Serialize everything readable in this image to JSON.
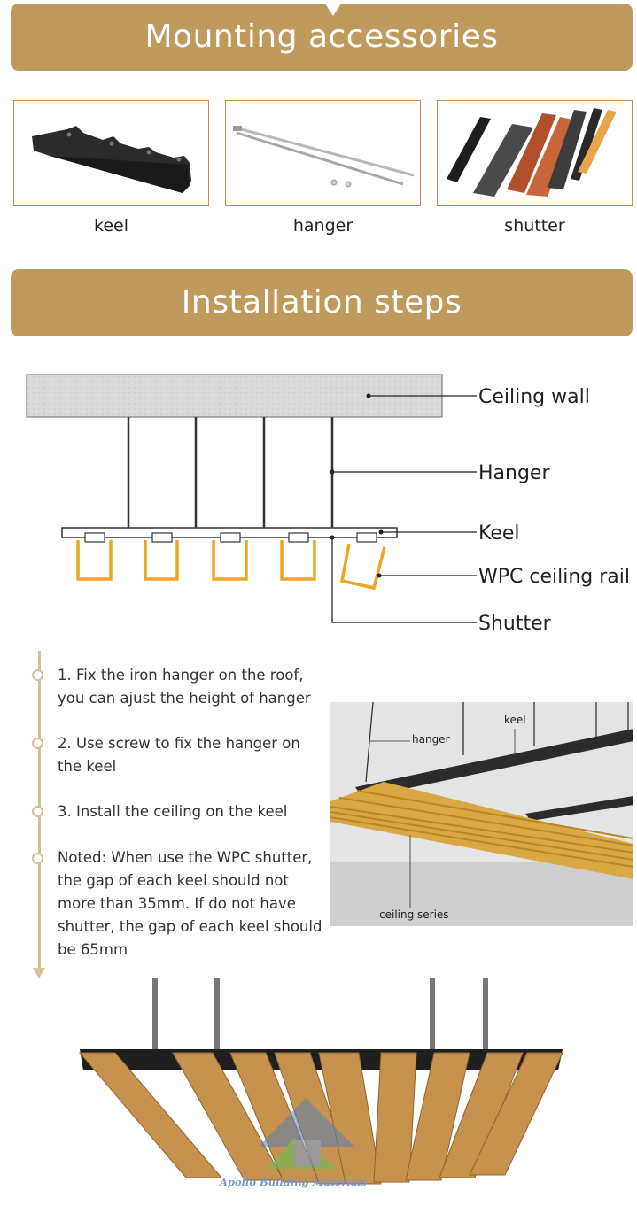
{
  "sections": {
    "mounting_title": "Mounting accessories",
    "installation_title": "Installation steps"
  },
  "accessories": [
    {
      "label": "keel",
      "icon": "keel-icon"
    },
    {
      "label": "hanger",
      "icon": "hanger-rod-icon"
    },
    {
      "label": "shutter",
      "icon": "shutter-boards-icon"
    }
  ],
  "diagram": {
    "labels": {
      "ceiling_wall": "Ceiling wall",
      "hanger": "Hanger",
      "keel": "Keel",
      "wpc_rail": "WPC ceiling rail",
      "shutter": "Shutter"
    }
  },
  "steps": [
    "1.  Fix the iron hanger on the roof, you can ajust the height of hanger",
    "2. Use screw to fix the hanger on the keel",
    "3. Install the ceiling on the keel",
    "Noted: When use the WPC shutter, the gap of each keel should not more than 35mm. If do not have shutter, the gap of each keel should be 65mm"
  ],
  "photo_labels": {
    "hanger": "hanger",
    "keel": "keel",
    "ceiling_series": "ceiling series"
  },
  "watermark": "Apollo Building Materials",
  "colors": {
    "banner": "#bf9a5d",
    "accent_border": "#c98a52",
    "timeline": "#d9bd96",
    "rail_orange": "#f0a520",
    "wood": "#c7924e"
  }
}
